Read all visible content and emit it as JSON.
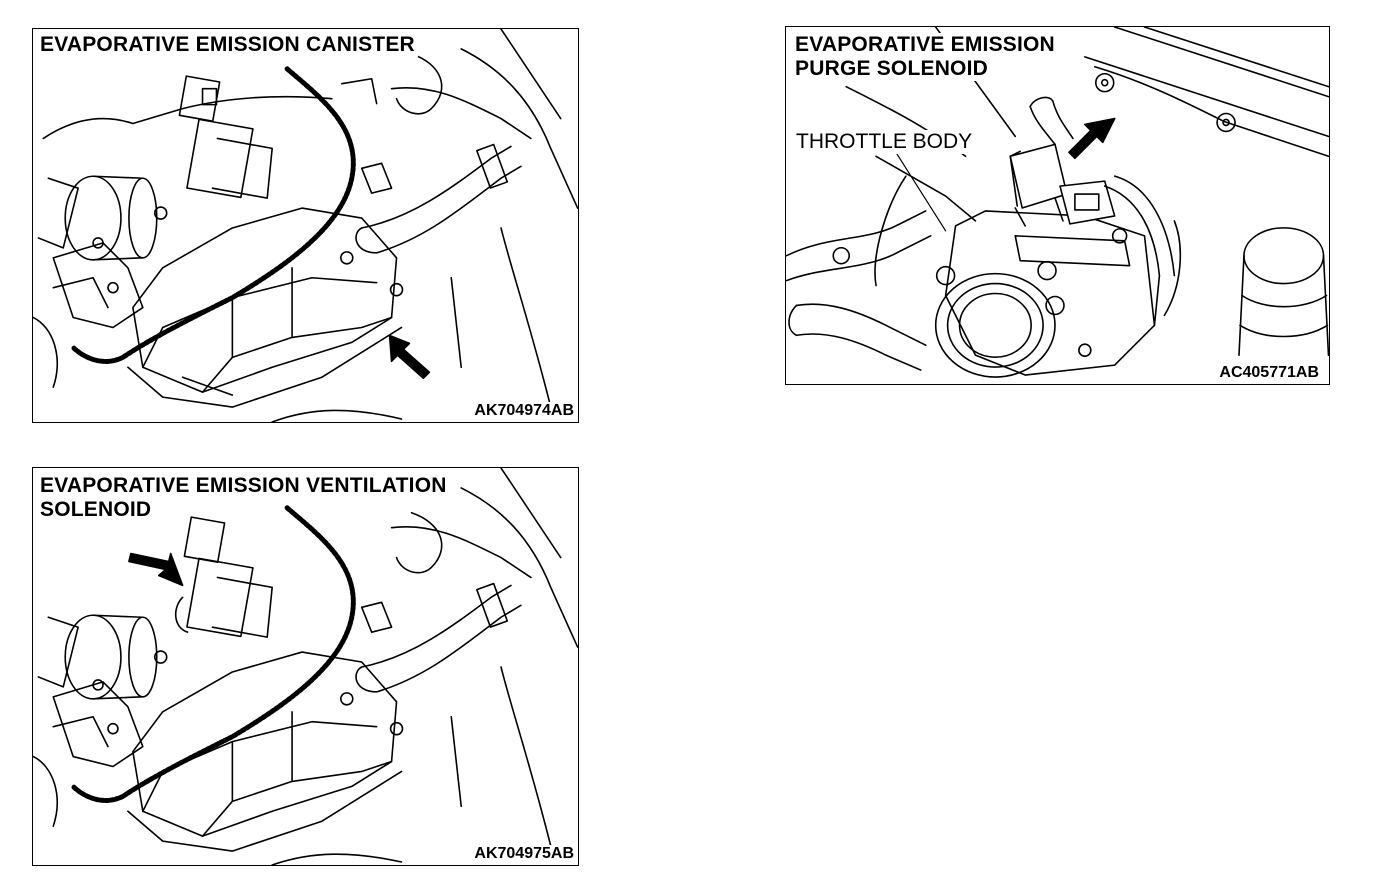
{
  "panels": [
    {
      "title": "EVAPORATIVE EMISSION CANISTER",
      "code": "AK704974AB"
    },
    {
      "title_line1": "EVAPORATIVE EMISSION",
      "title_line2": "PURGE SOLENOID",
      "callout": "THROTTLE BODY",
      "code": "AC405771AB"
    },
    {
      "title_line1": "EVAPORATIVE EMISSION VENTILATION",
      "title_line2": "SOLENOID",
      "code": "AK704975AB"
    }
  ]
}
